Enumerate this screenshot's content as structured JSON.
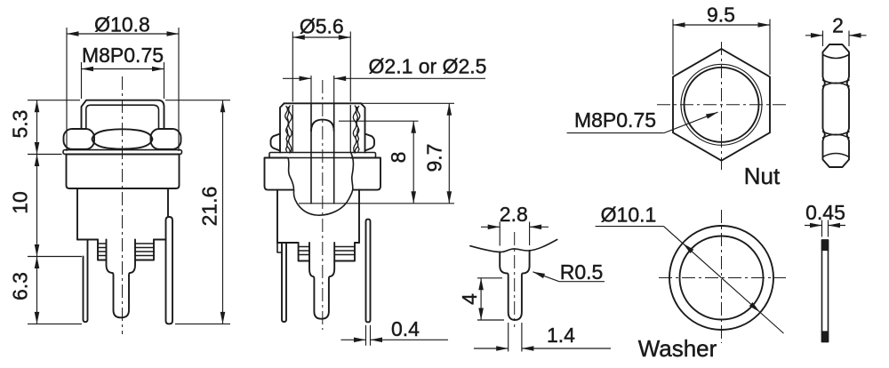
{
  "drawing": {
    "background": "#ffffff",
    "line_color": "#1b1b1b",
    "front_view": {
      "dia_flange": "Ø10.8",
      "thread_spec": "M8P0.75",
      "seg_top": "5.3",
      "seg_mid": "10",
      "seg_bottom": "6.3",
      "total_height": "21.6"
    },
    "side_view": {
      "dia_cap": "Ø5.6",
      "dia_hole": "Ø2.1 or Ø2.5",
      "hole_depth": "8",
      "head_height": "9.7",
      "leg_thickness": "0.4"
    },
    "pin_detail": {
      "root_width": "2.8",
      "tip_length": "4",
      "fillet_radius": "R0.5",
      "tip_width": "1.4"
    },
    "nut_view": {
      "across_flats": "9.5",
      "thread_spec": "M8P0.75",
      "thickness": "2",
      "label": "Nut"
    },
    "washer_view": {
      "outer_dia": "Ø10.1",
      "thickness": "0.45",
      "label": "Washer"
    }
  }
}
